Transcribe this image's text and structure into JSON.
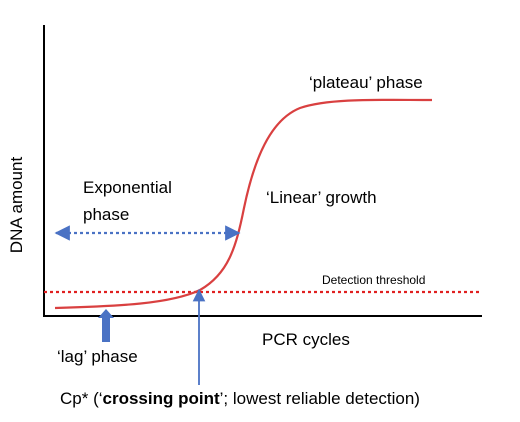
{
  "chart_data": {
    "type": "line",
    "xlabel": "PCR cycles",
    "ylabel": "DNA amount",
    "series": [
      {
        "name": "",
        "shape": "sigmoid amplification curve"
      }
    ],
    "threshold": {
      "label": "Detection threshold"
    },
    "annotations": {
      "plateau": "‘plateau’ phase",
      "linear": "‘Linear’ growth",
      "exponential_line1": "Exponential",
      "exponential_line2": "phase",
      "lag": "‘lag’ phase",
      "cp_prefix": "Cp* (‘",
      "cp_bold": "crossing point",
      "cp_suffix": "’; lowest reliable detection)"
    },
    "colors": {
      "curve": "#d94040",
      "threshold": "#e02020",
      "arrow": "#4a72c4",
      "axis": "#000000"
    }
  }
}
